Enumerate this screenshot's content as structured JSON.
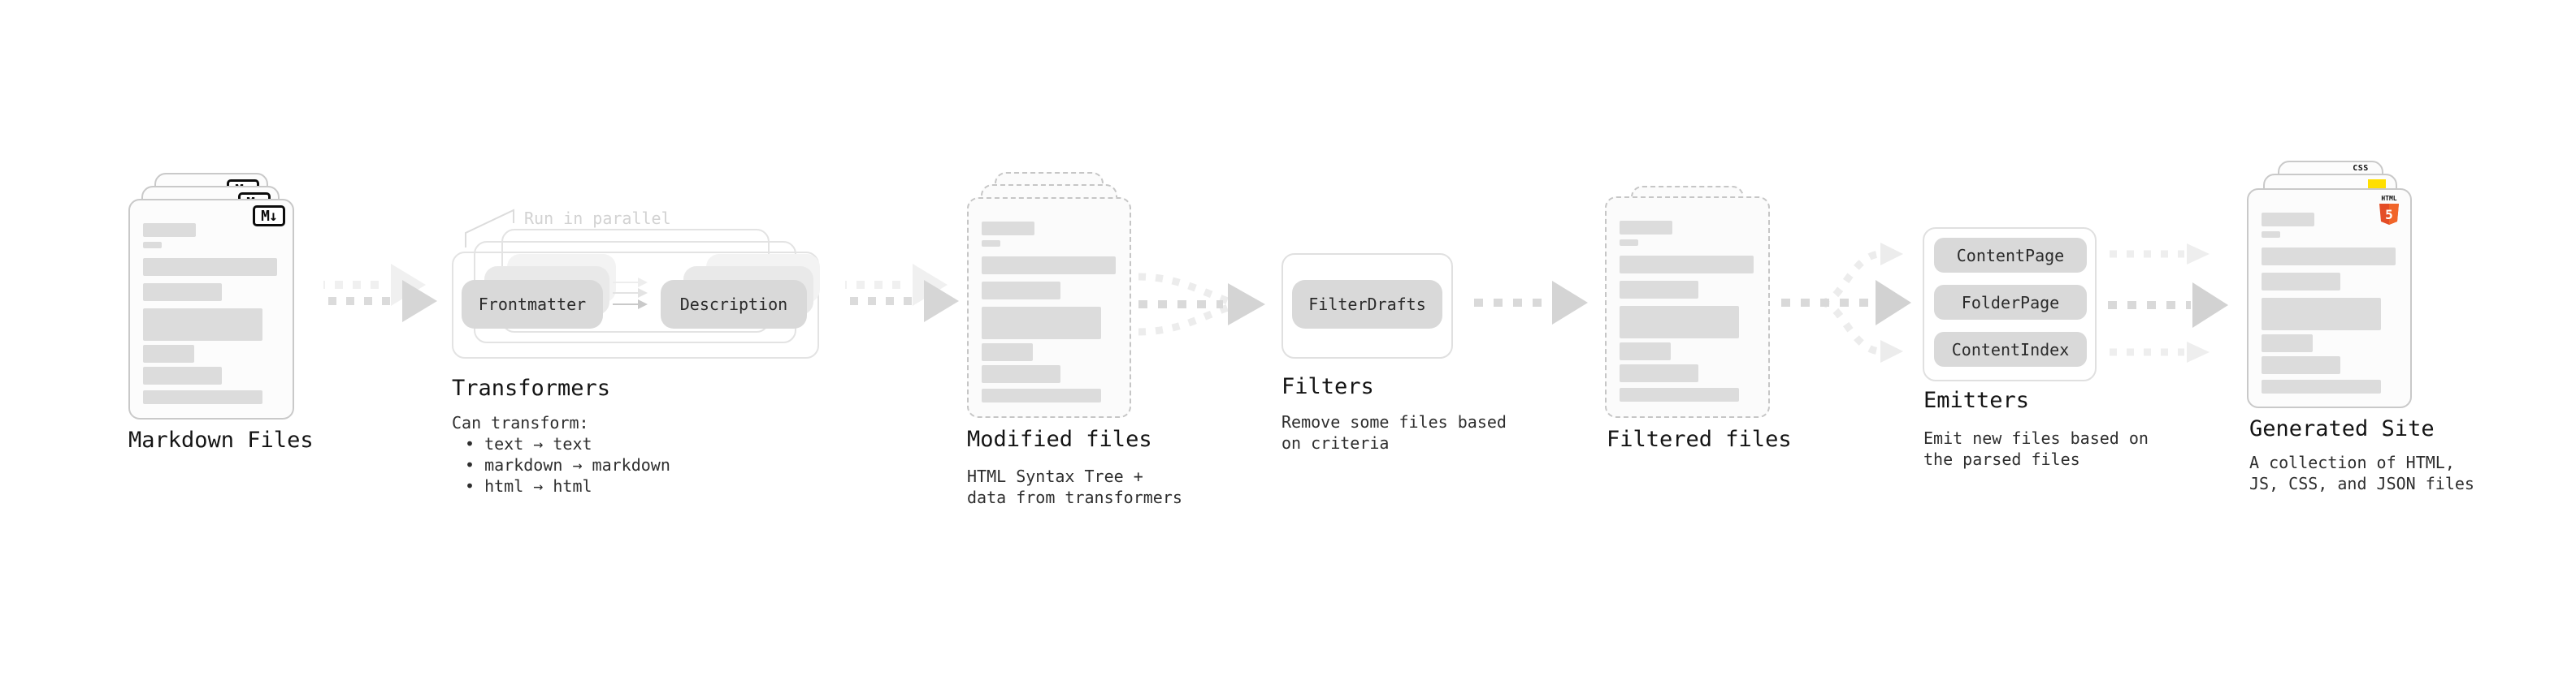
{
  "stages": {
    "markdown_files": {
      "title": "Markdown Files",
      "badge": "M↓"
    },
    "transformers": {
      "title": "Transformers",
      "annotation": "Run in parallel",
      "input_pill": "Frontmatter",
      "output_pill": "Description",
      "caption": "Can transform:",
      "bullets": [
        "• text → text",
        "• markdown → markdown",
        "• html → html"
      ]
    },
    "modified_files": {
      "title": "Modified files",
      "caption_lines": [
        "HTML Syntax Tree +",
        "data from transformers"
      ]
    },
    "filters": {
      "title": "Filters",
      "pill": "FilterDrafts",
      "caption_lines": [
        "Remove some files based",
        "on criteria"
      ]
    },
    "filtered_files": {
      "title": "Filtered files"
    },
    "emitters": {
      "title": "Emitters",
      "pills": [
        "ContentPage",
        "FolderPage",
        "ContentIndex"
      ],
      "caption_lines": [
        "Emit new files based on",
        "the parsed files"
      ]
    },
    "generated_site": {
      "title": "Generated Site",
      "caption_lines": [
        "A collection of HTML,",
        "JS, CSS, and JSON files"
      ],
      "badges": {
        "html5_label": "HTML",
        "html5_number": "5",
        "css_label": "CSS"
      }
    }
  },
  "colors": {
    "html5_orange": "#e44d26",
    "js_yellow": "#ffdf00",
    "css_blue": "#2965f1"
  }
}
